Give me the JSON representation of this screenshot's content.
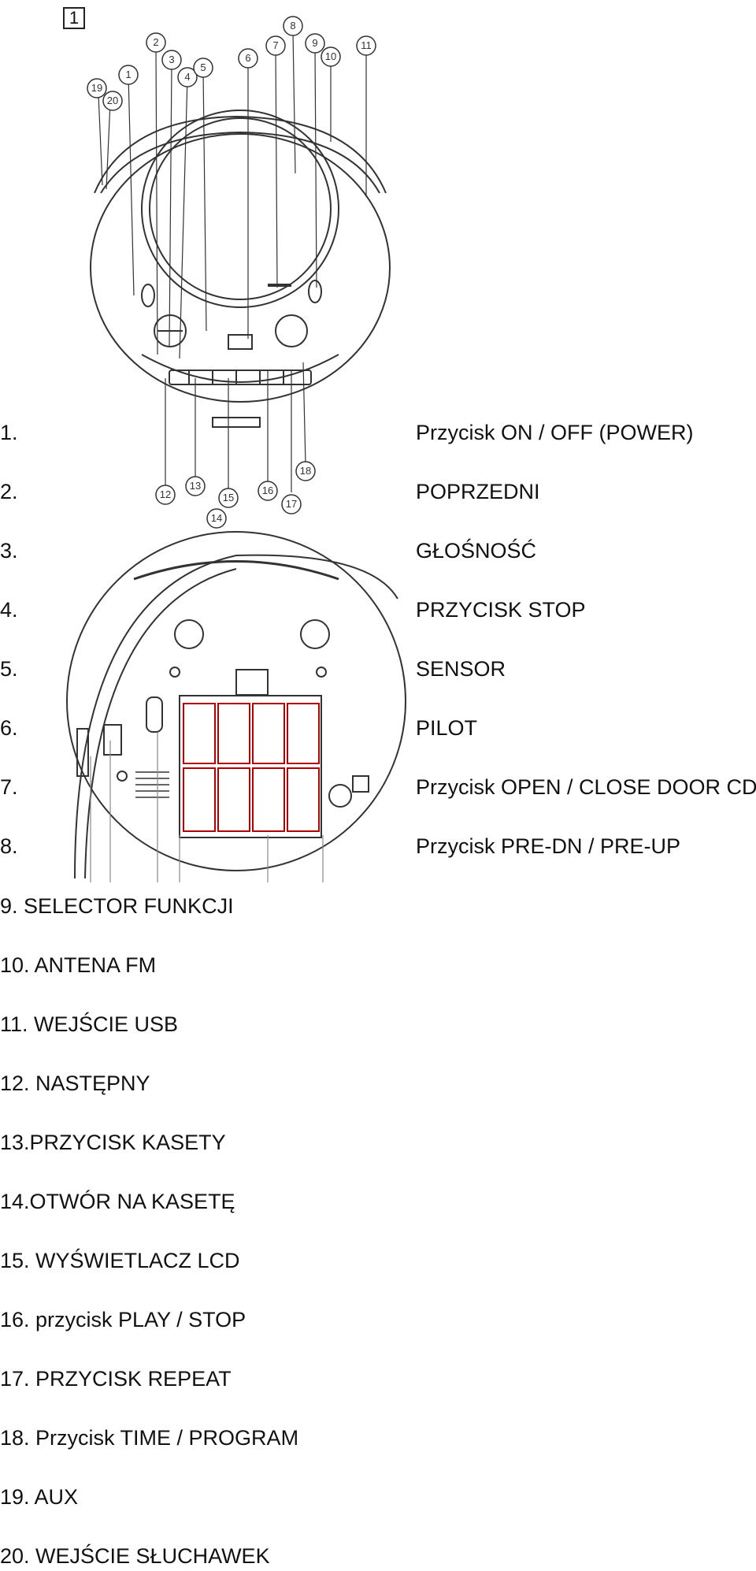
{
  "figure": {
    "number": "1"
  },
  "callout_numbers": [
    "1",
    "2",
    "3",
    "4",
    "5",
    "6",
    "7",
    "8",
    "9",
    "10",
    "11",
    "12",
    "13",
    "14",
    "15",
    "16",
    "17",
    "18",
    "19",
    "20"
  ],
  "top_labels": [
    {
      "num": "1.",
      "text": "Przycisk ON / OFF (POWER)"
    },
    {
      "num": "2.",
      "text": "POPRZEDNI"
    },
    {
      "num": "3.",
      "text": "GŁOŚNOŚĆ"
    },
    {
      "num": "4.",
      "text": "PRZYCISK STOP"
    },
    {
      "num": "5.",
      "text": "SENSOR"
    },
    {
      "num": "6.",
      "text": "PILOT"
    },
    {
      "num": "7.",
      "text": "Przycisk OPEN / CLOSE DOOR CD"
    },
    {
      "num": "8.",
      "text": "Przycisk PRE-DN / PRE-UP"
    }
  ],
  "list_items": [
    "9. SELECTOR FUNKCJI",
    "10. ANTENA FM",
    "11. WEJŚCIE USB",
    "12. NASTĘPNY",
    "13.PRZYCISK KASETY",
    "14.OTWÓR NA KASETĘ",
    "15. WYŚWIETLACZ LCD",
    "16. przycisk PLAY / STOP",
    "17. PRZYCISK REPEAT",
    "18. Przycisk TIME / PROGRAM",
    "19. AUX",
    "20. WEJŚCIE SŁUCHAWEK"
  ]
}
